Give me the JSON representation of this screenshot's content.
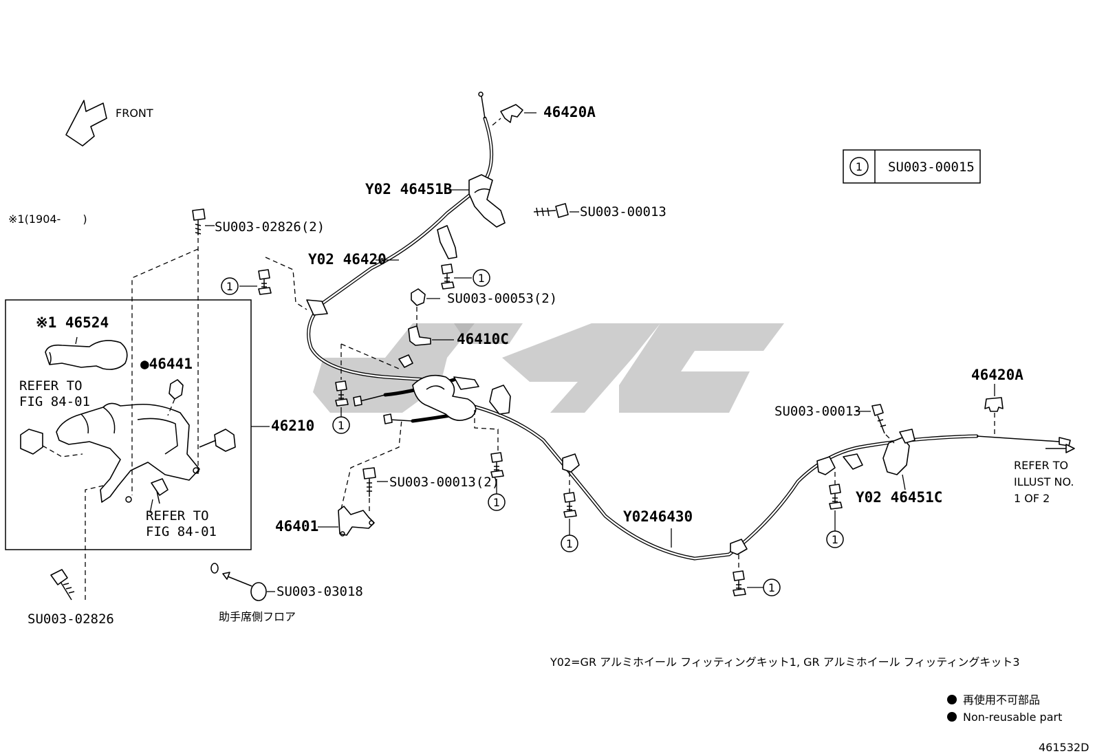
{
  "front": {
    "label": "FRONT"
  },
  "legend": {
    "symbol": "1",
    "code": "SU003-00015"
  },
  "note_1904": "※1(1904-　　)",
  "labels": {
    "l_46420A_top": "46420A",
    "l_46451B": "Y02 46451B",
    "l_su00013_top": "SU003-00013",
    "l_46420": "Y02 46420",
    "l_su02826_2": "SU003-02826(2)",
    "l_su00053_2": "SU003-00053(2)",
    "l_46410C": "46410C",
    "l_46524": "※1 46524",
    "l_46441": "●46441",
    "l_refer1a": "REFER TO",
    "l_refer1b": "FIG 84-01",
    "l_refer2a": "REFER TO",
    "l_refer2b": "FIG 84-01",
    "l_46210": "46210",
    "l_su00013_2": "SU003-00013(2)",
    "l_46401": "46401",
    "l_su02826": "SU003-02826",
    "l_su03018": "SU003-03018",
    "l_floor": "助手席側フロア",
    "l_46430": "Y0246430",
    "l_46420A_right": "46420A",
    "l_su00013_right": "SU003-00013",
    "l_46451C": "Y02 46451C",
    "l_refer3a": "REFER TO",
    "l_refer3b": "ILLUST NO.",
    "l_refer3c": "1 OF 2"
  },
  "circled_refs": [
    "1",
    "1",
    "1",
    "1",
    "1",
    "1",
    "1",
    "1"
  ],
  "footnote": "Y02=GR アルミホイール フィッティングキット1, GR アルミホイール フィッティングキット3",
  "key": {
    "jp": "再使用不可部品",
    "en": "Non-reusable part"
  },
  "figure_number": "461532D"
}
